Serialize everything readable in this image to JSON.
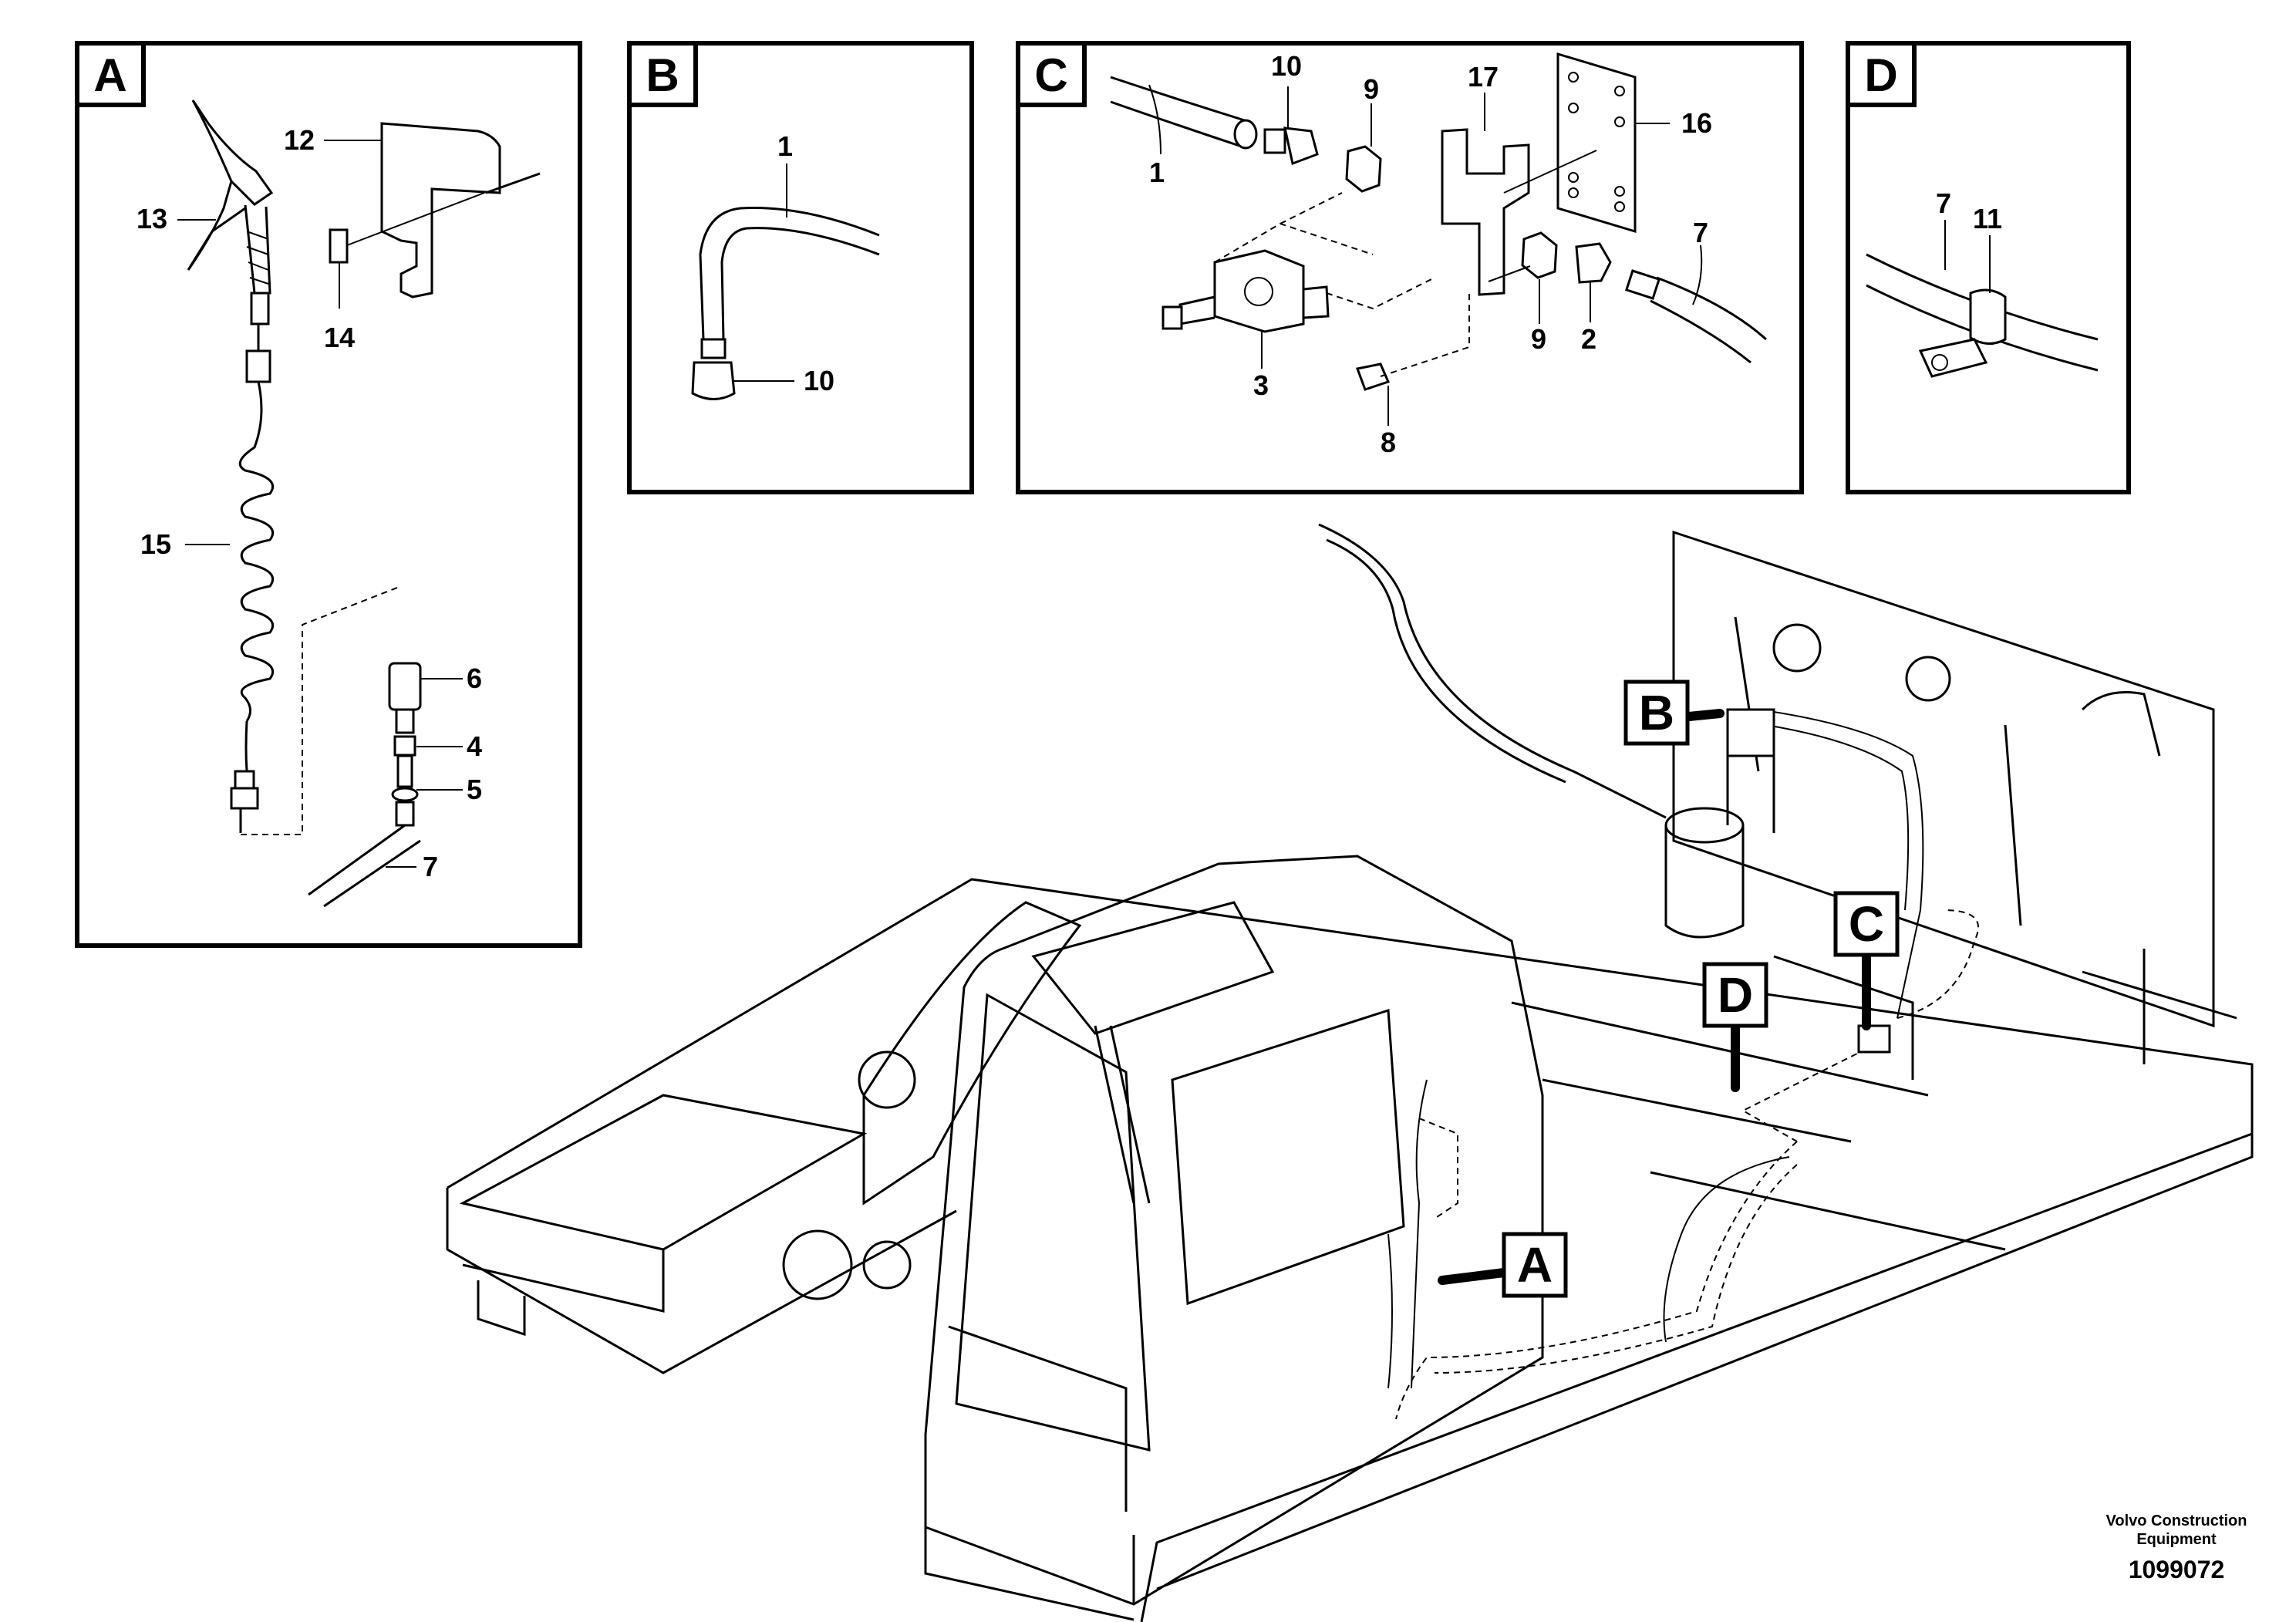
{
  "panels": {
    "A": {
      "letter": "A",
      "labels": [
        "12",
        "13",
        "14",
        "15",
        "6",
        "4",
        "5",
        "7"
      ]
    },
    "B": {
      "letter": "B",
      "labels": [
        "1",
        "10"
      ]
    },
    "C": {
      "letter": "C",
      "labels": [
        "10",
        "9",
        "17",
        "16",
        "1",
        "7",
        "3",
        "9",
        "2",
        "8"
      ]
    },
    "D": {
      "letter": "D",
      "labels": [
        "7",
        "11"
      ]
    }
  },
  "main_view": {
    "tags": [
      "B",
      "C",
      "D",
      "A"
    ]
  },
  "credit": {
    "line1": "Volvo Construction",
    "line2": "Equipment",
    "code": "1099072"
  }
}
